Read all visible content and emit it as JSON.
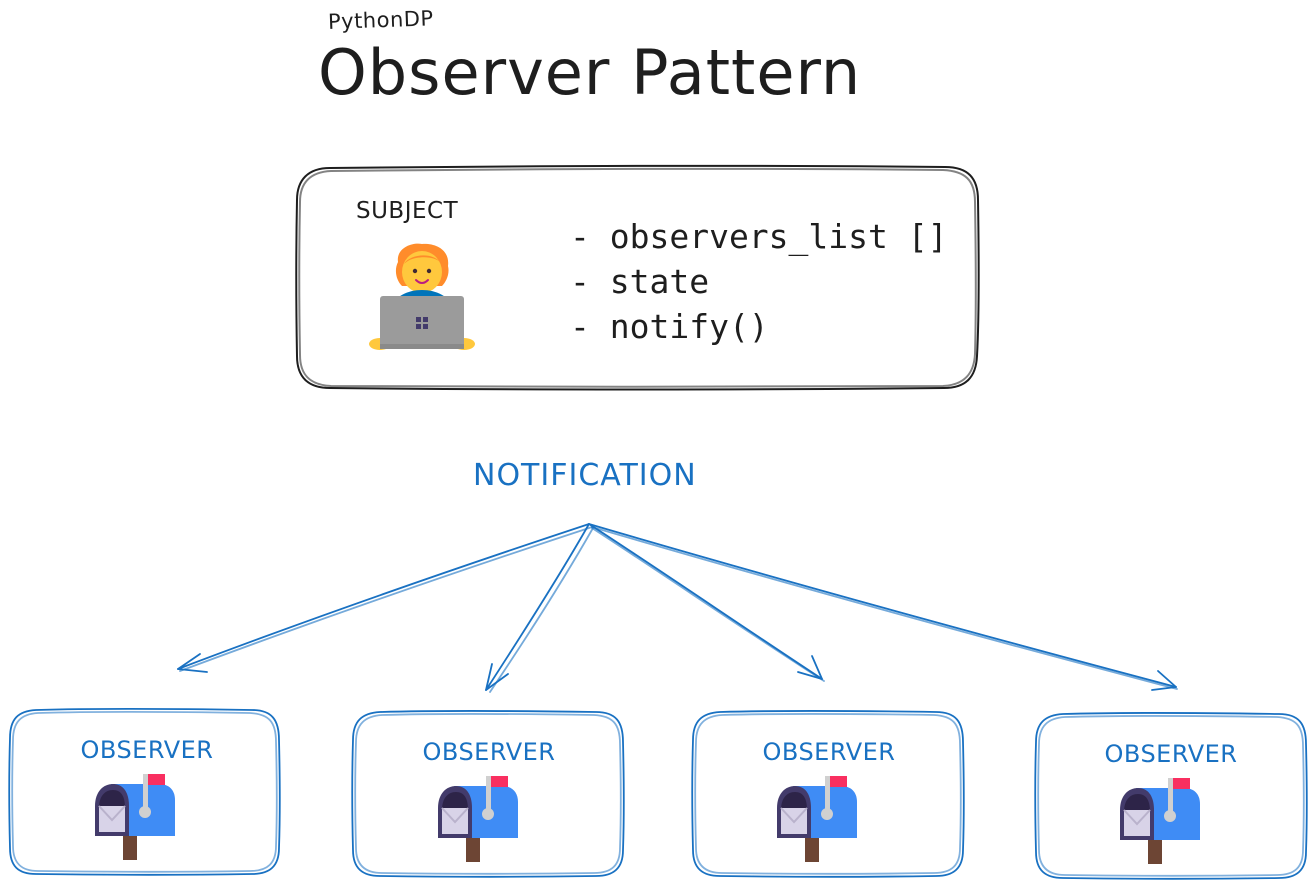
{
  "header": {
    "brand": "PythonDP",
    "title": "Observer Pattern"
  },
  "subject": {
    "label": "SUBJECT",
    "icon": "person-with-laptop-icon",
    "properties": [
      "- observers_list []",
      "- state",
      "- notify()"
    ]
  },
  "notification": {
    "label": "NOTIFICATION"
  },
  "observers": [
    {
      "label": "OBSERVER",
      "icon": "mailbox-icon"
    },
    {
      "label": "OBSERVER",
      "icon": "mailbox-icon"
    },
    {
      "label": "OBSERVER",
      "icon": "mailbox-icon"
    },
    {
      "label": "OBSERVER",
      "icon": "mailbox-icon"
    }
  ],
  "colors": {
    "ink": "#1e1e1e",
    "accent": "#1971c2",
    "skin": "#ffc83d",
    "laptop": "#9b9b9b",
    "mailbox": "#3f8cf5",
    "flag": "#f92f60",
    "post": "#6d4534"
  }
}
